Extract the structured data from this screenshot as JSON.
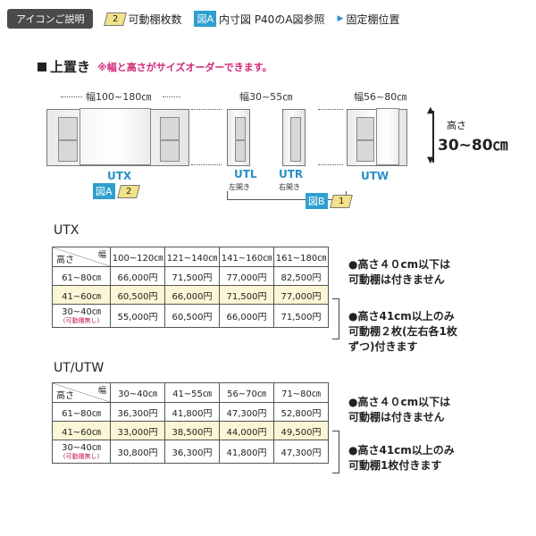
{
  "legend": {
    "tag": "アイコンご説明",
    "shelf_count_badge": "2",
    "shelf_count_label": "可動棚枚数",
    "fig_badge": "図A",
    "fig_label": "内寸図 P40のA図参照",
    "fixed_label": "固定棚位置"
  },
  "section": {
    "title": "上置き",
    "note": "※幅と高さがサイズオーダーできます。"
  },
  "diagram": {
    "utx_width": "幅100~180㎝",
    "utl_utr_width": "幅30~55㎝",
    "utw_width": "幅56~80㎝",
    "height_label": "高さ",
    "height_range": "30~80㎝",
    "utx_label": "UTX",
    "utx_fig": "図A",
    "utx_badge": "2",
    "utl_label": "UTL",
    "utl_sub": "左開き",
    "utr_label": "UTR",
    "utr_sub": "右開き",
    "utw_label": "UTW",
    "utlr_fig": "図B",
    "utlr_badge": "1"
  },
  "utx_table": {
    "title": "UTX",
    "corner_height": "高さ",
    "corner_width": "幅",
    "columns": [
      "100~120㎝",
      "121~140㎝",
      "141~160㎝",
      "161~180㎝"
    ],
    "rows": [
      {
        "label": "61~80㎝",
        "sub": "",
        "cells": [
          "66,000円",
          "71,500円",
          "77,000円",
          "82,500円"
        ]
      },
      {
        "label": "41~60㎝",
        "sub": "",
        "cells": [
          "60,500円",
          "66,000円",
          "71,500円",
          "77,000円"
        ]
      },
      {
        "label": "30~40㎝",
        "sub": "(可動棚無し)",
        "cells": [
          "55,000円",
          "60,500円",
          "66,000円",
          "71,500円"
        ]
      }
    ],
    "note1_line1": "●高さ４０cm以下は",
    "note1_line2": "可動棚は付きません",
    "note2_line1": "●高さ41cm以上のみ",
    "note2_line2": "可動棚２枚(左右各1枚",
    "note2_line3": "ずつ)付きます"
  },
  "ut_table": {
    "title": "UT/UTW",
    "corner_height": "高さ",
    "corner_width": "幅",
    "columns": [
      "30~40㎝",
      "41~55㎝",
      "56~70㎝",
      "71~80㎝"
    ],
    "rows": [
      {
        "label": "61~80㎝",
        "sub": "",
        "cells": [
          "36,300円",
          "41,800円",
          "47,300円",
          "52,800円"
        ]
      },
      {
        "label": "41~60㎝",
        "sub": "",
        "cells": [
          "33,000円",
          "38,500円",
          "44,000円",
          "49,500円"
        ]
      },
      {
        "label": "30~40㎝",
        "sub": "(可動棚無し)",
        "cells": [
          "30,800円",
          "36,300円",
          "41,800円",
          "47,300円"
        ]
      }
    ],
    "note1_line1": "●高さ４０cm以下は",
    "note1_line2": "可動棚は付きません",
    "note2_line1": "●高さ41cm以上のみ",
    "note2_line2": "可動棚1枚付きます"
  }
}
